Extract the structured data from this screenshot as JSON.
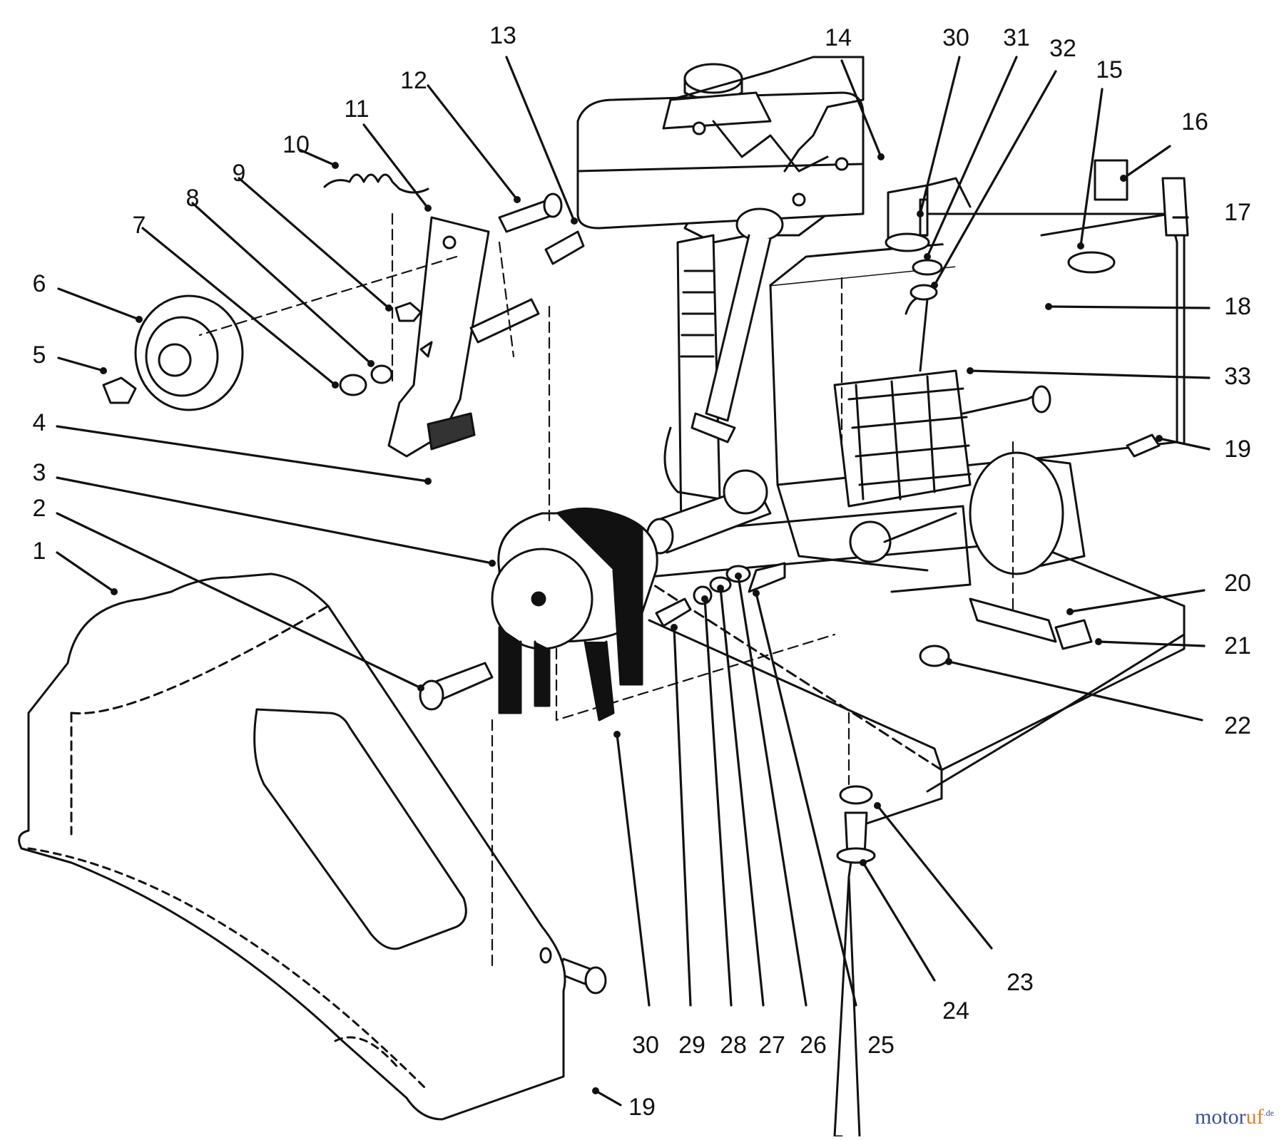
{
  "diagram": {
    "labels": [
      {
        "id": "l1",
        "text": "1"
      },
      {
        "id": "l2",
        "text": "2"
      },
      {
        "id": "l3",
        "text": "3"
      },
      {
        "id": "l4",
        "text": "4"
      },
      {
        "id": "l5",
        "text": "5"
      },
      {
        "id": "l6",
        "text": "6"
      },
      {
        "id": "l7",
        "text": "7"
      },
      {
        "id": "l8",
        "text": "8"
      },
      {
        "id": "l9",
        "text": "9"
      },
      {
        "id": "l10",
        "text": "10"
      },
      {
        "id": "l11",
        "text": "11"
      },
      {
        "id": "l12",
        "text": "12"
      },
      {
        "id": "l13",
        "text": "13"
      },
      {
        "id": "l14",
        "text": "14"
      },
      {
        "id": "l15",
        "text": "15"
      },
      {
        "id": "l16",
        "text": "16"
      },
      {
        "id": "l17",
        "text": "17"
      },
      {
        "id": "l18",
        "text": "18"
      },
      {
        "id": "l19a",
        "text": "19"
      },
      {
        "id": "l19b",
        "text": "19"
      },
      {
        "id": "l20",
        "text": "20"
      },
      {
        "id": "l21",
        "text": "21"
      },
      {
        "id": "l22",
        "text": "22"
      },
      {
        "id": "l23",
        "text": "23"
      },
      {
        "id": "l24",
        "text": "24"
      },
      {
        "id": "l25",
        "text": "25"
      },
      {
        "id": "l26",
        "text": "26"
      },
      {
        "id": "l27",
        "text": "27"
      },
      {
        "id": "l28",
        "text": "28"
      },
      {
        "id": "l29",
        "text": "29"
      },
      {
        "id": "l30a",
        "text": "30"
      },
      {
        "id": "l30b",
        "text": "30"
      },
      {
        "id": "l31",
        "text": "31"
      },
      {
        "id": "l32",
        "text": "32"
      },
      {
        "id": "l33",
        "text": "33"
      }
    ]
  },
  "watermark": {
    "part1": "motor",
    "part2": "uf",
    "suffix": ".de"
  }
}
